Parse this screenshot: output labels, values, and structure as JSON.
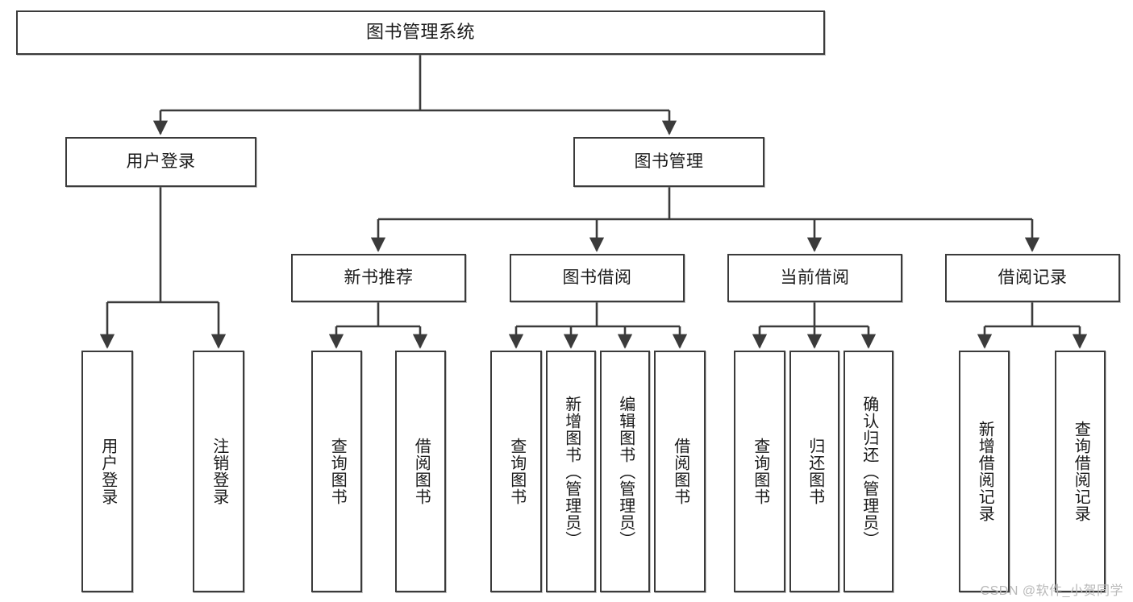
{
  "diagram": {
    "type": "tree",
    "title": "图书管理系统",
    "stroke_color": "#3b3b3b",
    "text_color": "#1a1a1a",
    "background": "#ffffff",
    "root": {
      "label": "图书管理系统"
    },
    "level1": [
      {
        "label": "用户登录"
      },
      {
        "label": "图书管理"
      }
    ],
    "level2": [
      {
        "label": "新书推荐"
      },
      {
        "label": "图书借阅"
      },
      {
        "label": "当前借阅"
      },
      {
        "label": "借阅记录"
      }
    ],
    "leaves": {
      "user_login": [
        {
          "label": "用户登录"
        },
        {
          "label": "注销登录"
        }
      ],
      "new_book": [
        {
          "label": "查询图书"
        },
        {
          "label": "借阅图书"
        }
      ],
      "book_borrow": [
        {
          "label": "查询图书"
        },
        {
          "label": "新增图书（管理员）"
        },
        {
          "label": "编辑图书（管理员）"
        },
        {
          "label": "借阅图书"
        }
      ],
      "current_borrow": [
        {
          "label": "查询图书"
        },
        {
          "label": "归还图书"
        },
        {
          "label": "确认归还（管理员）"
        }
      ],
      "borrow_record": [
        {
          "label": "新增借阅记录"
        },
        {
          "label": "查询借阅记录"
        }
      ]
    }
  },
  "watermark": {
    "text": "CSDN @软件_小贺同学",
    "color": "#b9b9b9"
  }
}
